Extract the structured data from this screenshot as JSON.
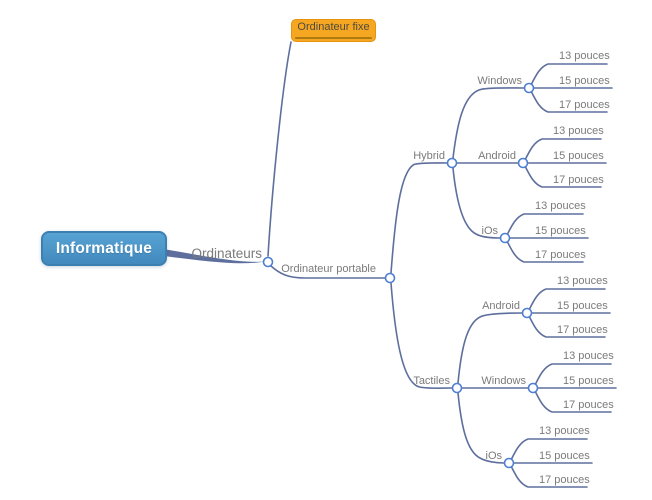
{
  "colors": {
    "line": "#5e6f9e",
    "dot_stroke": "#4d7fd2",
    "dot_fill": "#ffffff",
    "label_text": "#7b7b7b",
    "root_fill": "#4a96c8",
    "root_border": "#3b80b0",
    "selected_fill": "#f6a722",
    "selected_border": "#e89310",
    "selected_underline": "#b07a10"
  },
  "mindmap": {
    "root_label": "Informatique",
    "ordinateurs_label": "Ordinateurs",
    "fixe_label": "Ordinateur fixe",
    "portable_label": "Ordinateur portable",
    "branches": [
      {
        "label": "Hybrid",
        "children": [
          {
            "label": "Windows",
            "leaves": [
              "13 pouces",
              "15 pouces",
              "17 pouces"
            ]
          },
          {
            "label": "Android",
            "leaves": [
              "13 pouces",
              "15 pouces",
              "17 pouces"
            ]
          },
          {
            "label": "iOs",
            "leaves": [
              "13 pouces",
              "15 pouces",
              "17 pouces"
            ]
          }
        ]
      },
      {
        "label": "Tactiles",
        "children": [
          {
            "label": "Android",
            "leaves": [
              "13 pouces",
              "15 pouces",
              "17 pouces"
            ]
          },
          {
            "label": "Windows",
            "leaves": [
              "13 pouces",
              "15 pouces",
              "17 pouces"
            ]
          },
          {
            "label": "iOs",
            "leaves": [
              "13 pouces",
              "15 pouces",
              "17 pouces"
            ]
          }
        ]
      }
    ]
  }
}
